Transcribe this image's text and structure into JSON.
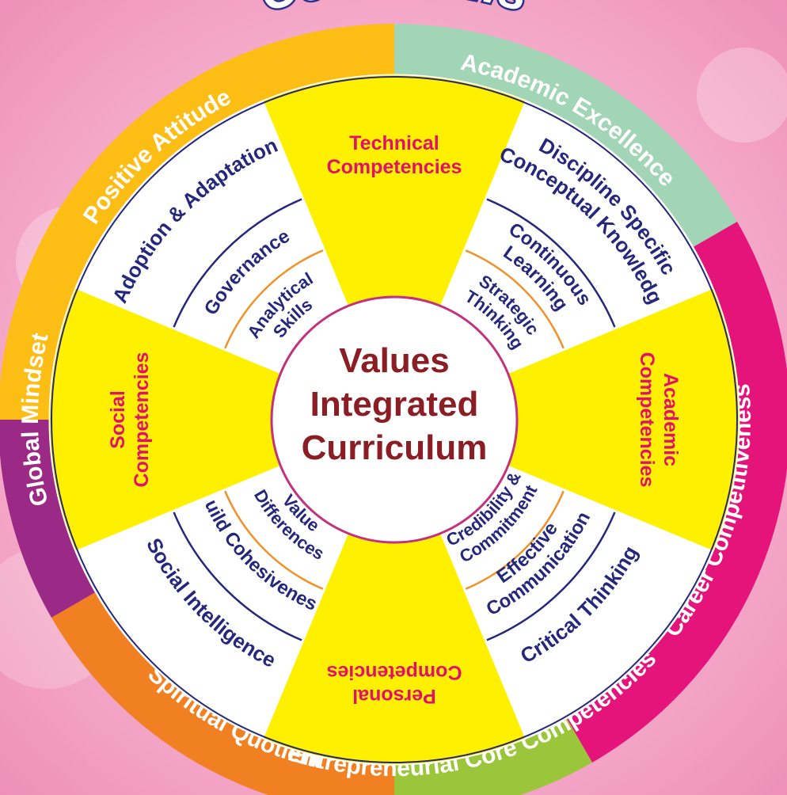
{
  "center": {
    "lines": [
      "Values",
      "Integrated",
      "Curriculum"
    ],
    "color": "#8b1e24"
  },
  "colors": {
    "yellow": "#fff000",
    "navy": "#25287a",
    "magenta": "#e0116d",
    "orange_line": "#f0922a",
    "center_ring": "#c2327e",
    "white": "#ffffff"
  },
  "outer_ring": [
    {
      "label": "Positive Attitude",
      "color": "#fcbd15"
    },
    {
      "label": "Academic Excellence",
      "color": "#a2d5b5"
    },
    {
      "label": "Career Competitiveness",
      "color": "#e5147b"
    },
    {
      "label": "Entrepreneurial Core Competencies",
      "color": "#9bc63b"
    },
    {
      "label": "Spiritual Quotient",
      "color": "#f08022"
    },
    {
      "label": "Global Mindset",
      "color": "#9b2a86"
    }
  ],
  "competencies": [
    {
      "label": [
        "Technical",
        "Competencies"
      ]
    },
    {
      "label": [
        "Academic",
        "Competencies"
      ]
    },
    {
      "label": [
        "Personal",
        "Competencies"
      ]
    },
    {
      "label": [
        "Social",
        "Competencies"
      ]
    }
  ],
  "white_sectors": [
    {
      "outer": [
        "Discipline Specific",
        "Conceptual Knowledge"
      ],
      "middle": [
        "Continuous",
        "Learning"
      ],
      "inner": [
        "Strategic",
        "Thinking"
      ]
    },
    {
      "outer": [
        "Critical Thinking"
      ],
      "middle": [
        "Effective",
        "Communication"
      ],
      "inner": [
        "Credibility &",
        "Commitment"
      ]
    },
    {
      "outer": [
        "Social Intelligence"
      ],
      "middle": [
        "Build Cohesiveness"
      ],
      "inner": [
        "Value",
        "Differences"
      ]
    },
    {
      "outer": [
        "Adoption & Adaptation"
      ],
      "middle": [
        "Governance"
      ],
      "inner": [
        "Analytical",
        "Skills"
      ]
    }
  ],
  "heading_partial": "Core Skills"
}
